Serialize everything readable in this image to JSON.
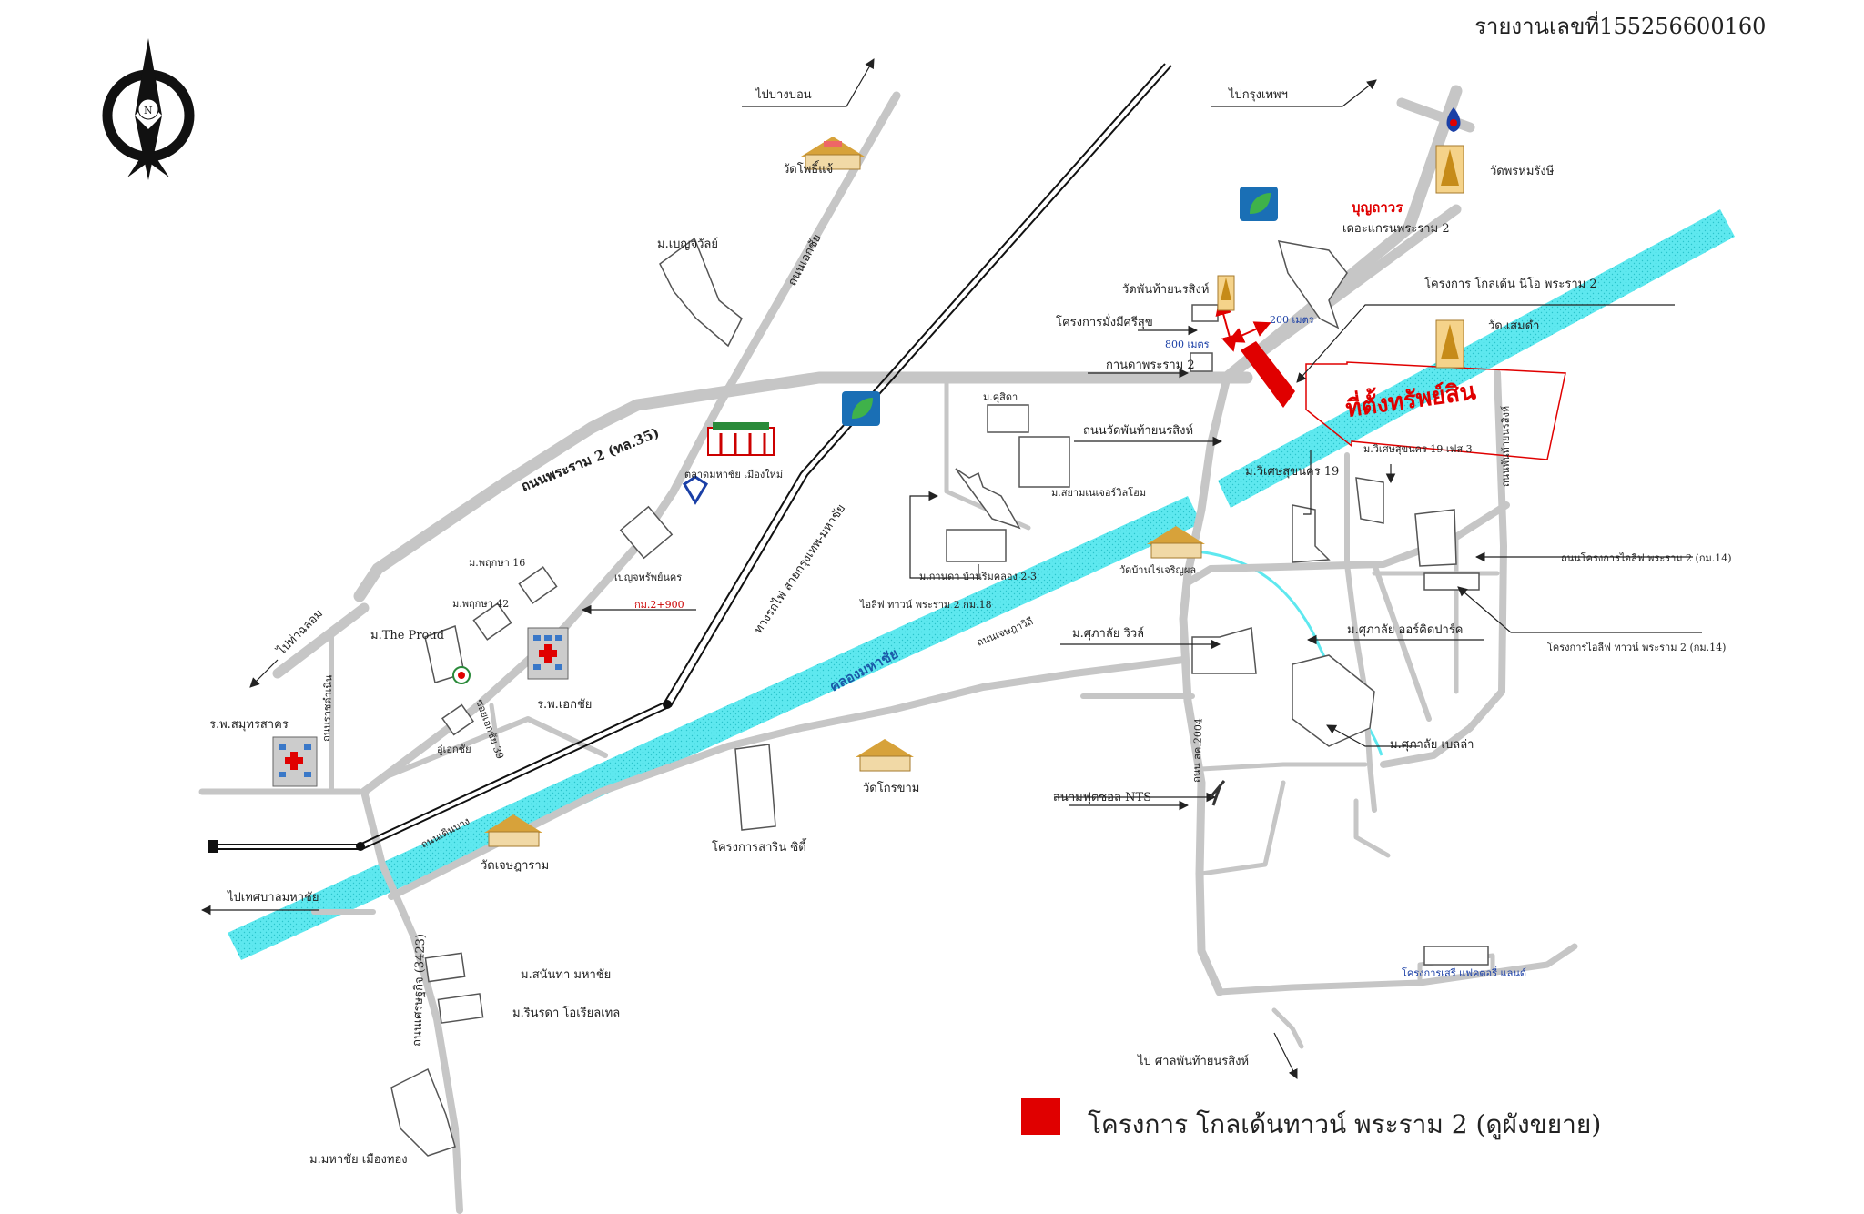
{
  "report": "รายงานเลขที่155256600160",
  "compass": "N",
  "legend": "โครงการ โกลเด้นทาวน์ พระราม 2 (ดูผังขยาย)",
  "directions": {
    "bangbon": "ไปบางบอน",
    "bangkok": "ไปกรุงเทพฯ",
    "thakham": "ไปท่าฉลอม",
    "mahachai": "ไปเทศบาลมหาชัย",
    "phanthai": "ไป ศาลพันท้ายนรสิงห์"
  },
  "roads": {
    "rama2": "ถนนพระราม 2 (ทล.35)",
    "ekachai": "ถนนเอกชัย",
    "railway": "ทางรถไฟ สายกรุงเทพ-มหาชัย",
    "klong": "คลองมหาชัย",
    "soi39": "ซอยเอกชัย 39",
    "sethakit": "ถนนเศรษฐกิจ (3423)",
    "sanamchai": "ถนนเจษฎาวิถี",
    "rachachat": "ถนนราชดำเนิน",
    "setthabut": "ถนนเศรษฐกิจ",
    "klongtan": "ถนนเดินบาง",
    "sk2004": "ถนน สค.2004",
    "km": "กม.2+900",
    "rightroad": "ถนนพันท้ายนรสิงห์"
  },
  "labels": {
    "watphothiyae": "วัดโพธิ์แจ้",
    "benjawan": "ม.เบญจวัลย์",
    "market": "ตลาดมหาชัย เมืองใหม่",
    "benjasap": "เบญจทรัพย์นคร",
    "pruksa16": "ม.พฤกษา 16",
    "pruksa42": "ม.พฤกษา 42",
    "theproud": "ม.The Proud",
    "hospital_ekachai": "ร.พ.เอกชัย",
    "hospital_samut": "ร.พ.สมุทรสาคร",
    "uekachai": "อู่เอกชัย",
    "watjetuparam": "วัดเจษฎาราม",
    "watkokkam": "วัดโกรขาม",
    "sarin": "โครงการสาริน ซิตี้",
    "sanonta": "ม.สนันทา มหาชัย",
    "rinrada": "ม.รินรดา โอเรียลเทล",
    "mahachai_muangthong": "ม.มหาชัย เมืองทอง",
    "watbanrai": "วัดบ้านไร่เจริญผล",
    "kanda": "ม.กานดา บ้านริมคลอง 2-3",
    "eyelife18": "ไอลีฟ ทาวน์ พระราม 2 กม.18",
    "siam": "ม.สยามเนเจอร์วิลโฮม",
    "kusida": "ม.คุสิดา",
    "watphanthai": "วัดพันท้ายนรสิงห์",
    "mangmee": "โครงการมั่งมีศรีสุข",
    "dist800": "800 เมตร",
    "dist200": "200 เมตร",
    "kanda_rama2": "กานดาพระราม 2",
    "road_watphanthai": "ถนนวัดพันท้ายนรสิงห์",
    "boonthavorn": "บุญถาวร",
    "grand_rama2": "เดอะแกรนพระราม 2",
    "golden_neo": "โครงการ โกลเด้น นีโอ พระราม 2",
    "watsamdam": "วัดแสมดำ",
    "watphrom": "วัดพรหมรังษี",
    "property": "ที่ตั้งทรัพย์สิน",
    "wisetsuk19p3": "ม.วิเศษสุขนคร 19 เฟส 3",
    "wisetsuk19": "ม.วิเศษสุขนคร 19",
    "road_eyelife14": "ถนนโครงการไอลีฟ พระราม 2 (กม.14)",
    "eyelife14": "โครงการไอลีฟ ทาวน์ พระราม 2 (กม.14)",
    "supalai_ville": "ม.ศุภาลัย วิวล์",
    "supalai_orchid": "ม.ศุภาลัย ออร์คิดปาร์ค",
    "supalai_bella": "ม.ศุภาลัย เบลล่า",
    "football": "สนามฟุตซอล NTS",
    "sereefactory": "โครงการเสรี แฟคตอรี่ แลนด์"
  },
  "colors": {
    "road": "#c6c6c6",
    "canal": "#5ee8ef",
    "accent": "#e00000",
    "bts": "#1a6fb5"
  }
}
